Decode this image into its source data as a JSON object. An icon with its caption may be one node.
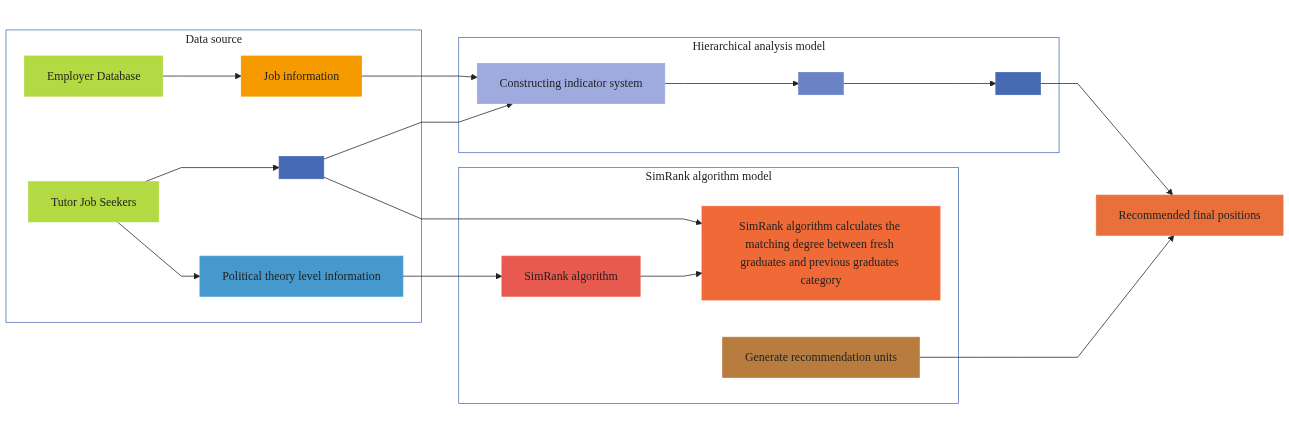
{
  "diagram": {
    "nodes": [
      {
        "text": [
          "Data source"
        ]
      },
      {
        "text": [
          "Employer Database"
        ],
        "in": 0
      },
      {
        "text": [
          "Job information"
        ],
        "in": 0
      },
      {
        "text": [
          "Tutor Job Seekers"
        ],
        "in": 0
      },
      {
        "text": [],
        "shape": "box",
        "in": 0
      },
      {
        "text": [
          "Political theory level information"
        ],
        "in": 0
      },
      {
        "text": [
          "Hierarchical analysis model"
        ]
      },
      {
        "text": [
          "Constructing indicator system"
        ],
        "in": 6
      },
      {
        "text": [],
        "shape": "box",
        "in": 6
      },
      {
        "text": [],
        "shape": "box",
        "in": 6
      },
      {
        "text": [
          "SimRank algorithm model"
        ]
      },
      {
        "text": [
          "SimRank algorithm calculates the matching degree between fresh graduates and previous graduates category"
        ],
        "in": 10
      },
      {
        "text": [
          "Generate recommendation units"
        ],
        "in": 10
      },
      {
        "text": [
          "SimRank algorithm"
        ],
        "in": 10
      },
      {
        "text": [
          "Recommended final positions"
        ]
      }
    ],
    "edges": [
      {
        "from": 1,
        "to": 2,
        "arrow": "to"
      },
      {
        "from": 2,
        "to": 7,
        "arrow": "to"
      },
      {
        "from": 3,
        "to": 4,
        "arrow": "to"
      },
      {
        "from": 3,
        "to": 5,
        "arrow": "to"
      },
      {
        "from": 4,
        "to": 7,
        "arrow": "to"
      },
      {
        "from": 4,
        "to": 11,
        "arrow": "to"
      },
      {
        "from": 5,
        "to": 13,
        "arrow": "to"
      },
      {
        "from": 13,
        "to": 11,
        "arrow": "to"
      },
      {
        "from": 7,
        "to": 8,
        "arrow": "to"
      },
      {
        "from": 8,
        "to": 9,
        "arrow": "to"
      },
      {
        "from": 9,
        "to": 14,
        "arrow": "to"
      },
      {
        "from": 12,
        "to": 14,
        "arrow": "to"
      }
    ]
  }
}
